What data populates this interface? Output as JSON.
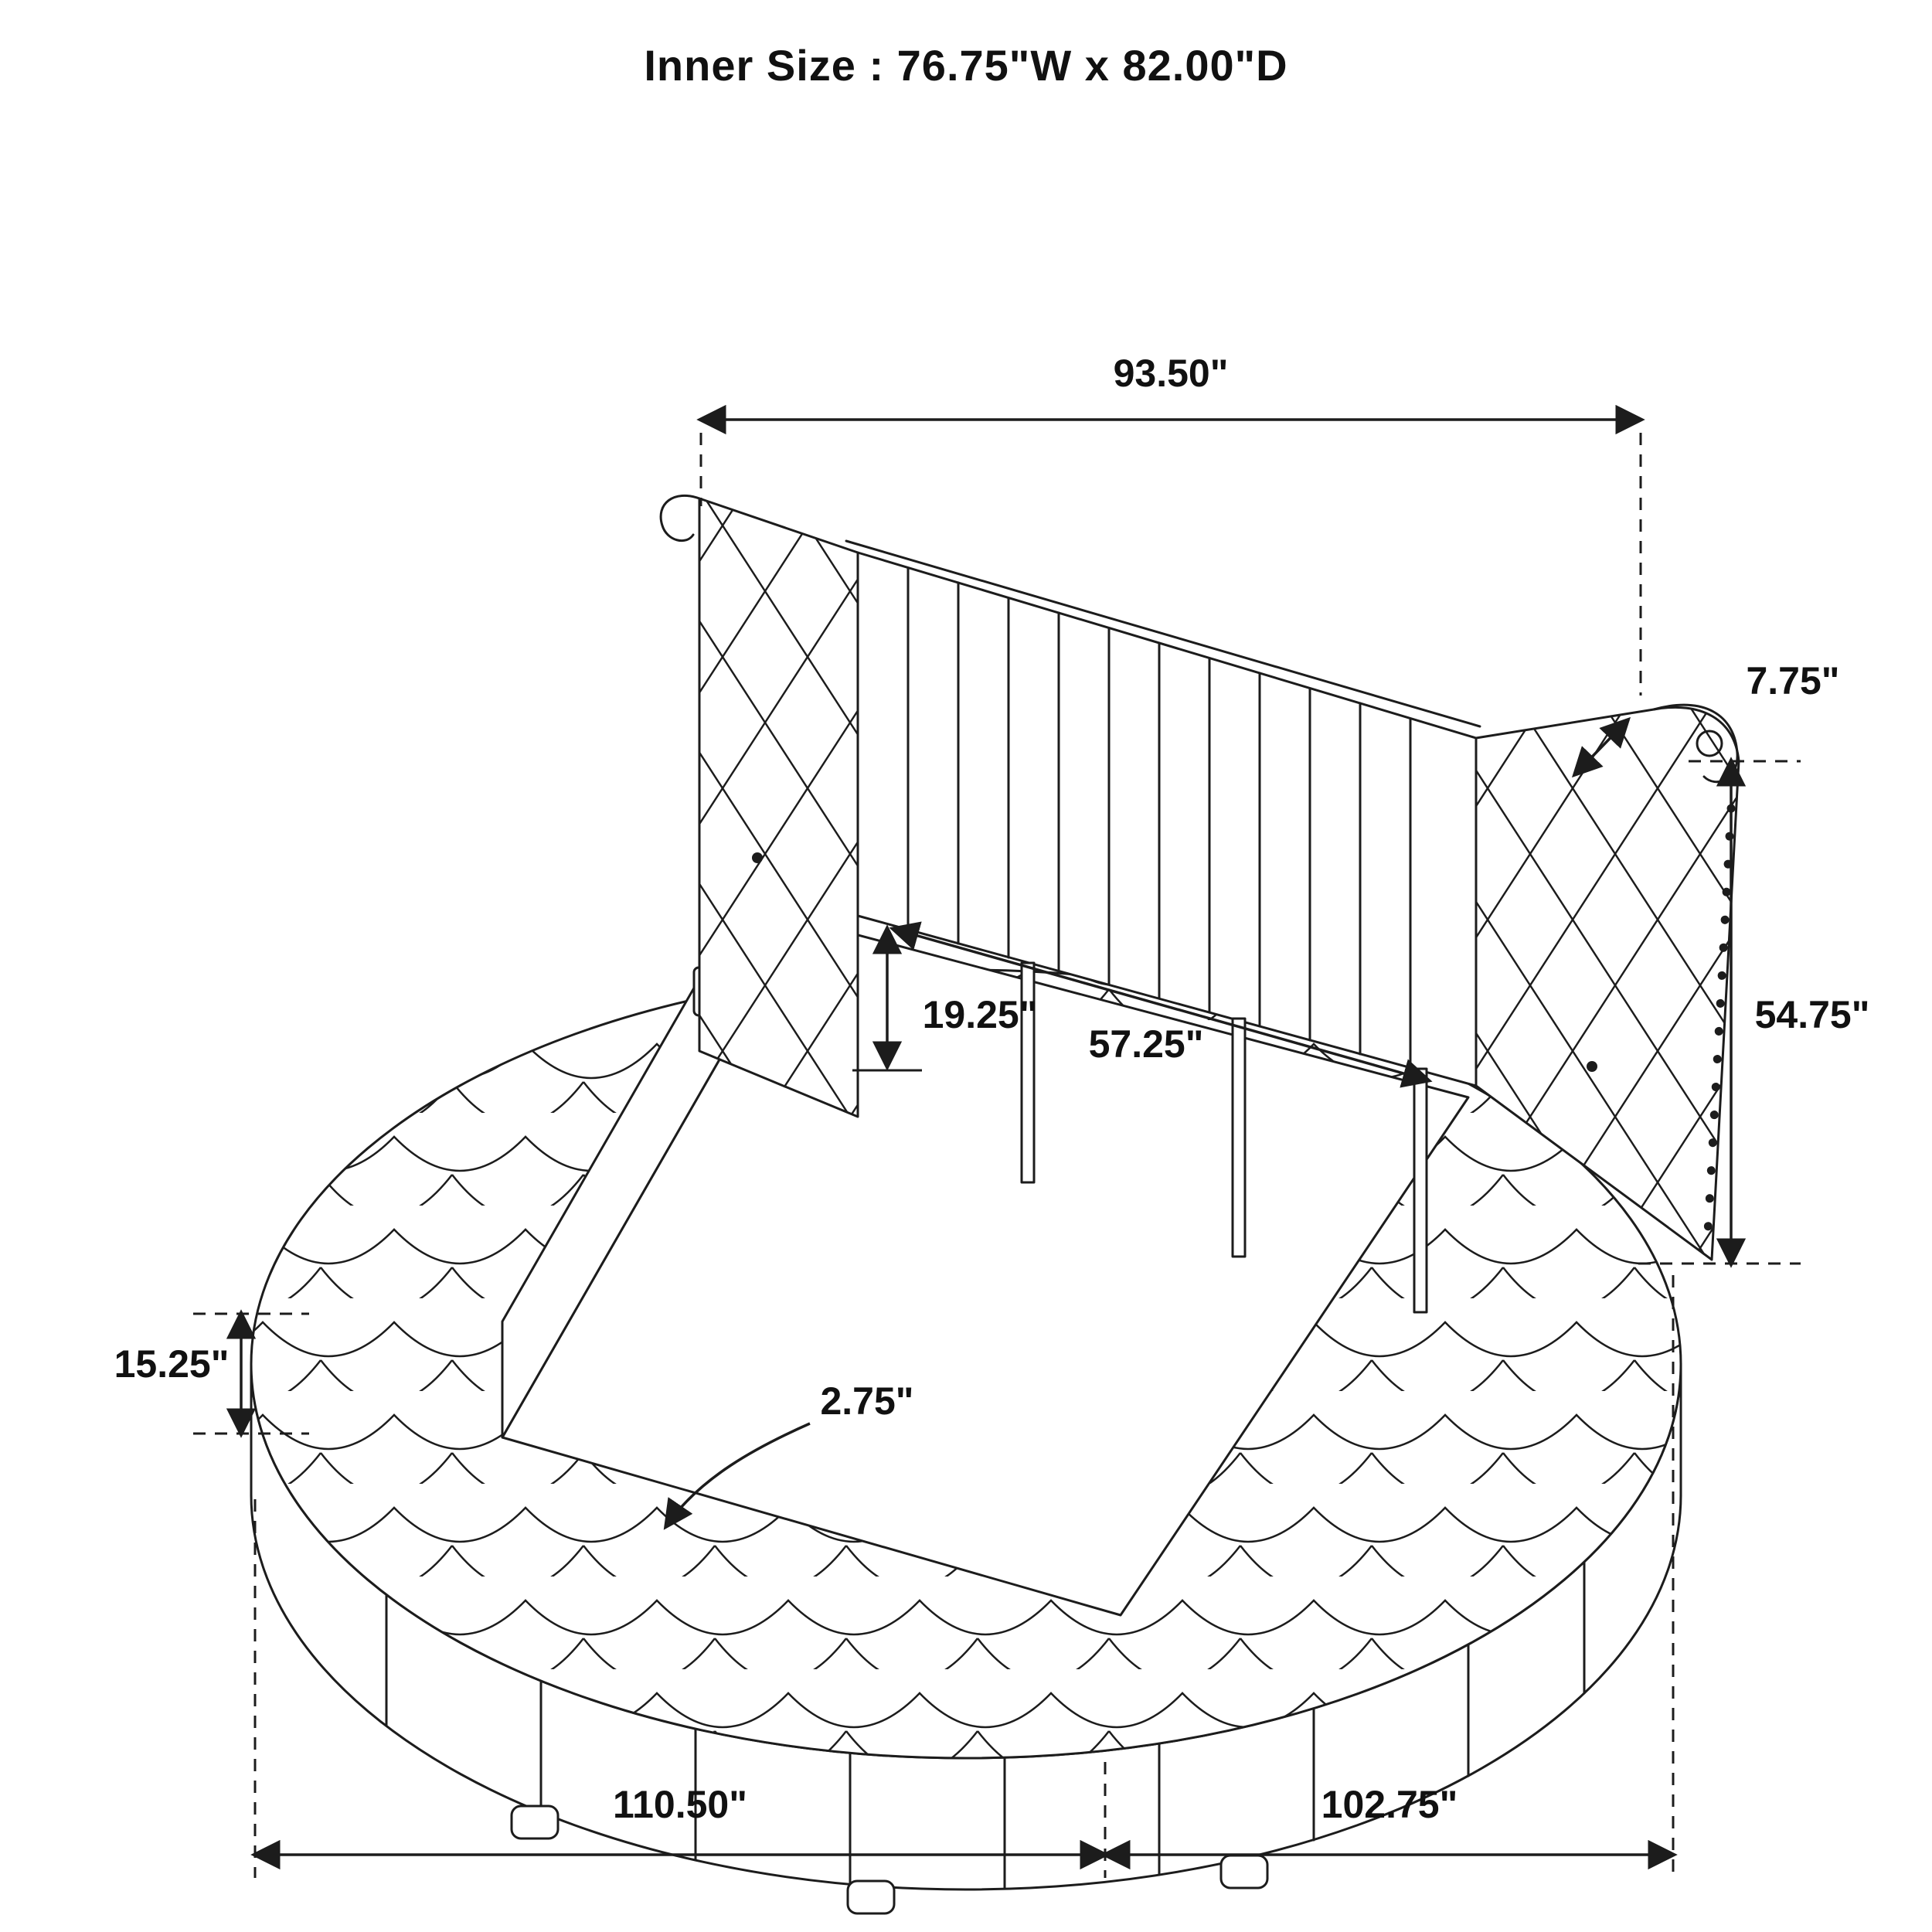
{
  "title": "Inner Size : 76.75\"W x 82.00\"D",
  "labels": {
    "headboard_width": "93.50\"",
    "wing_thickness": "7.75\"",
    "headboard_height": "54.75\"",
    "panel_to_deck": "19.25\"",
    "inner_headboard_width": "57.25\"",
    "base_height": "15.25\"",
    "rim_thickness": "2.75\"",
    "overall_width": "110.50\"",
    "overall_depth": "102.75\""
  }
}
